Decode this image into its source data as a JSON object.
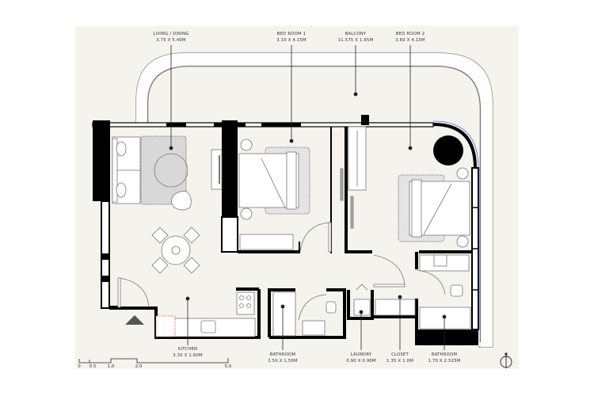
{
  "rooms": {
    "living": {
      "name": "LIVING / DINING",
      "size": "3.75 X 5.40M"
    },
    "bed1": {
      "name": "BED ROOM 1",
      "size": "3.10 X 4.15M"
    },
    "balcony": {
      "name": "BALCONY",
      "size": "11.575 X 1.95M"
    },
    "bed2": {
      "name": "BED ROOM 2",
      "size": "3.60 X 4.15M"
    },
    "kitchen": {
      "name": "KITCHEN",
      "size": "3.30 X 1.60M"
    },
    "bath1": {
      "name": "BATHROOM",
      "size": "2.50 X 1.50M"
    },
    "laundry": {
      "name": "LAUNDRY",
      "size": "0.90 X 0.90M"
    },
    "closet": {
      "name": "CLOSET",
      "size": "1.35 X 1.0M"
    },
    "bath2": {
      "name": "BATHROOM",
      "size": "1.70 X 2.525M"
    }
  },
  "scale_bar": {
    "ticks": [
      "0",
      "0.5",
      "1.0",
      "2.0",
      "5.0"
    ]
  },
  "north_arrow": "north-arrow-icon",
  "colors": {
    "background": "#f4f3ee",
    "wall": "#000000",
    "rug": "#d8d8d8",
    "line": "#555555"
  }
}
